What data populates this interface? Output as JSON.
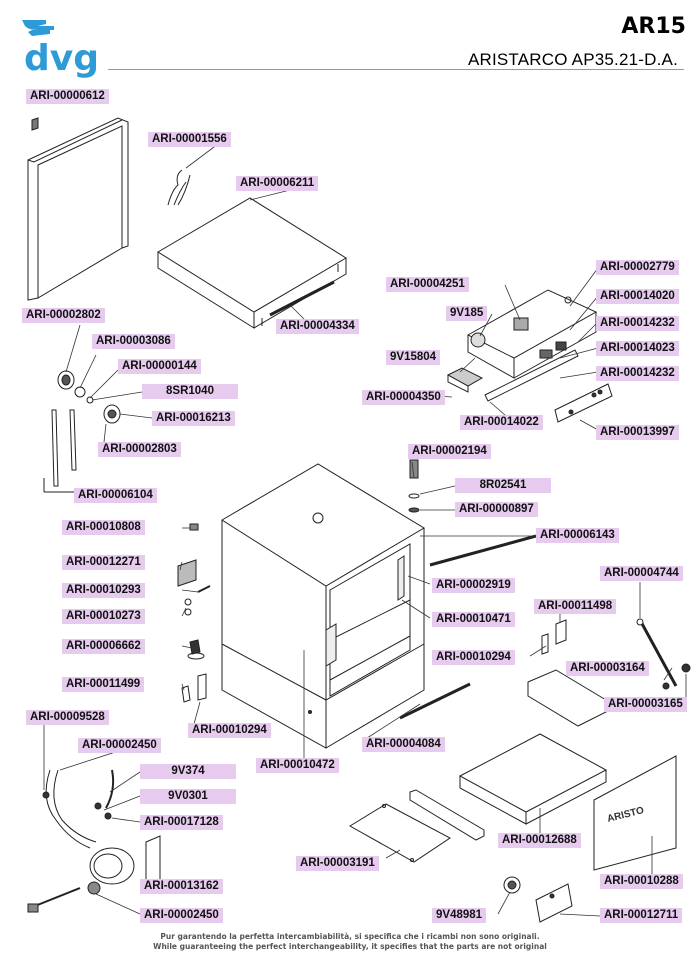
{
  "brand": {
    "name": "dvg"
  },
  "header": {
    "code": "AR15",
    "model": "ARISTARCO AP35.21-D.A."
  },
  "labels": {
    "p1": "ARI-00000612",
    "p2": "ARI-00001556",
    "p3": "ARI-00006211",
    "p4": "ARI-00004334",
    "p5": "ARI-00002779",
    "p6": "ARI-00004251",
    "p7": "ARI-00014020",
    "p8": "9V185",
    "p9": "ARI-00014232",
    "p10": "ARI-00014023",
    "p11": "9V15804",
    "p12": "ARI-00014232",
    "p13": "ARI-00004350",
    "p14": "ARI-00014022",
    "p15": "ARI-00013997",
    "p16": "ARI-00002802",
    "p17": "ARI-00003086",
    "p18": "ARI-00000144",
    "p19": "8SR1040",
    "p20": "ARI-00016213",
    "p21": "ARI-00002803",
    "p22": "ARI-00006104",
    "p23": "ARI-00002194",
    "p24": "8R02541",
    "p25": "ARI-00000897",
    "p26": "ARI-00010808",
    "p27": "ARI-00006143",
    "p28": "ARI-00012271",
    "p29": "ARI-00002919",
    "p30": "ARI-00010293",
    "p31": "ARI-00004744",
    "p32": "ARI-00010273",
    "p33": "ARI-00010471",
    "p34": "ARI-00011498",
    "p35": "ARI-00006662",
    "p36": "ARI-00010294",
    "p37": "ARI-00003164",
    "p38": "ARI-00011499",
    "p39": "ARI-00003165",
    "p40": "ARI-00010294",
    "p41": "ARI-00009528",
    "p42": "ARI-00004084",
    "p43": "ARI-00002450",
    "p44": "ARI-00010472",
    "p45": "9V374",
    "p46": "9V0301",
    "p47": "ARI-00017128",
    "p48": "ARI-00012688",
    "p49": "ARI-00003191",
    "p50": "ARI-00013162",
    "p51": "ARI-00010288",
    "p52": "ARI-00002450",
    "p53": "9V48981",
    "p54": "ARI-00012711"
  },
  "footer": {
    "line1": "Pur garantendo la perfetta intercambiabilità, si specifica che i ricambi non sono originali.",
    "line2": "While guaranteeing the perfect interchangeability, it specifies that the parts are not original"
  }
}
